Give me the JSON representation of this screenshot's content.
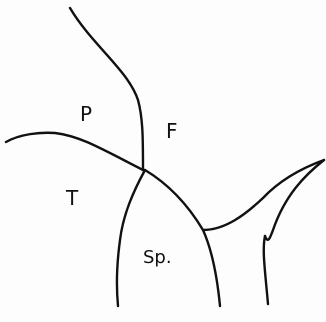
{
  "diagram": {
    "regions": [
      {
        "id": "p",
        "label": "P"
      },
      {
        "id": "f",
        "label": "F"
      },
      {
        "id": "t",
        "label": "T"
      },
      {
        "id": "sp",
        "label": "Sp."
      }
    ],
    "line_color": "#111111",
    "background": "#fdfdfd"
  }
}
